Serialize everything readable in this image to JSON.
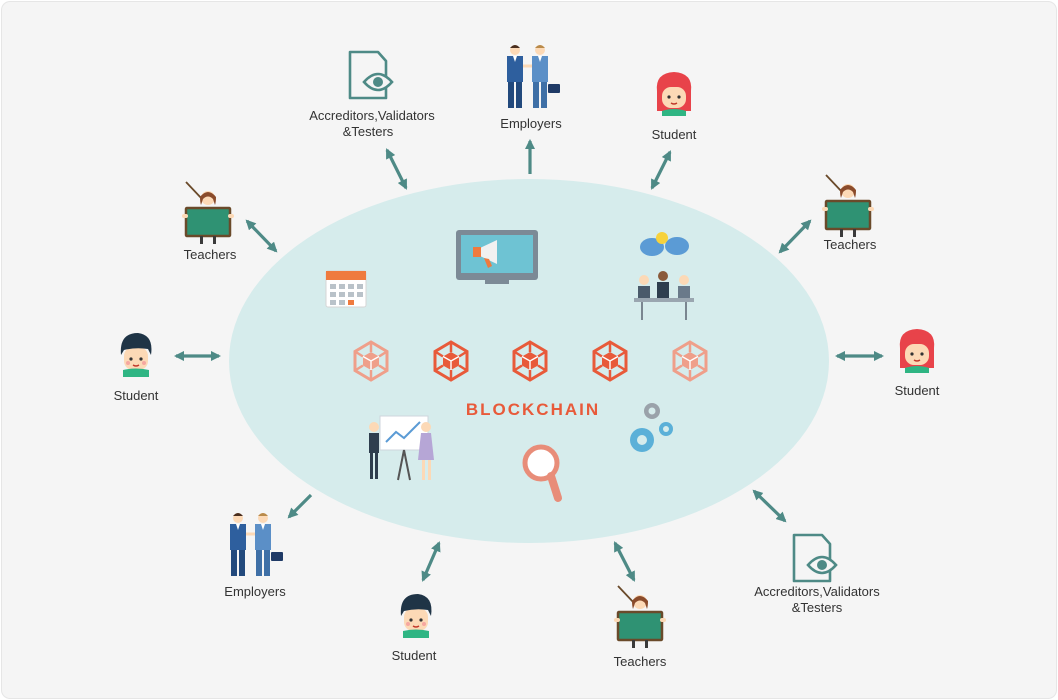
{
  "center": {
    "label": "BLOCKCHAIN"
  },
  "nodes": {
    "accreditors_top": {
      "line1": "Accreditors,Validators",
      "line2": "&Testers"
    },
    "employers_top": {
      "label": "Employers"
    },
    "student_top_right": {
      "label": "Student"
    },
    "teachers_left": {
      "label": "Teachers"
    },
    "teachers_right": {
      "label": "Teachers"
    },
    "student_left": {
      "label": "Student"
    },
    "student_right": {
      "label": "Student"
    },
    "employers_bottom": {
      "label": "Employers"
    },
    "student_bottom": {
      "label": "Student"
    },
    "teachers_bottom": {
      "label": "Teachers"
    },
    "accreditors_bottom": {
      "line1": "Accreditors,Validators",
      "line2": "&Testers"
    }
  },
  "colors": {
    "ellipse": "#d6ecec",
    "arrow": "#4e8a86",
    "block": "#e85a3a",
    "background": "#f5f5f5"
  },
  "icons": [
    "document-eye-icon",
    "businessmen-icon",
    "student-girl-icon",
    "teacher-icon",
    "student-boy-icon",
    "monitor-megaphone-icon",
    "calendar-icon",
    "meeting-icon",
    "presentation-icon",
    "gears-icon",
    "magnifier-icon",
    "blockchain-block-icon"
  ]
}
